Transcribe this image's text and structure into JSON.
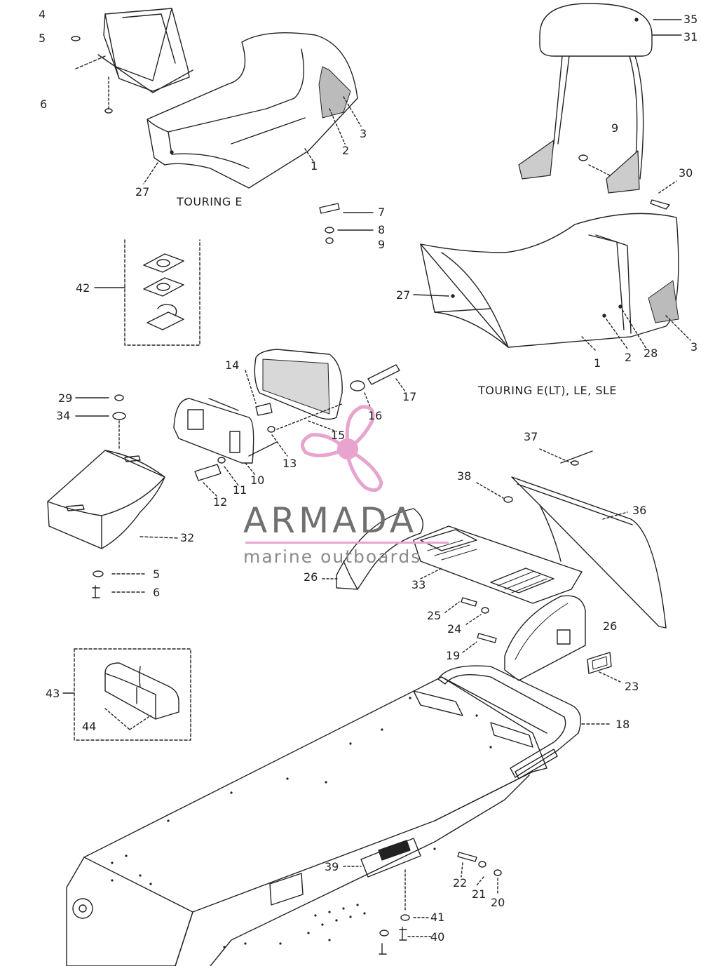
{
  "captions": {
    "touring_e": "TOURING E",
    "touring_multi": "TOURING E(LT), LE, SLE"
  },
  "callouts": {
    "c1": "1",
    "c1b": "1",
    "c2": "2",
    "c2b": "2",
    "c3": "3",
    "c3b": "3",
    "c4": "4",
    "c5": "5",
    "c5b": "5",
    "c6": "6",
    "c6b": "6",
    "c7": "7",
    "c8": "8",
    "c9": "9",
    "c9b": "9",
    "c10": "10",
    "c11": "11",
    "c12": "12",
    "c13": "13",
    "c14": "14",
    "c15": "15",
    "c16": "16",
    "c17": "17",
    "c18": "18",
    "c19": "19",
    "c20": "20",
    "c21": "21",
    "c22": "22",
    "c23": "23",
    "c24": "24",
    "c25": "25",
    "c26": "26",
    "c26b": "26",
    "c27": "27",
    "c27b": "27",
    "c28": "28",
    "c29": "29",
    "c30": "30",
    "c31": "31",
    "c32": "32",
    "c33": "33",
    "c34": "34",
    "c35": "35",
    "c36": "36",
    "c37": "37",
    "c38": "38",
    "c39": "39",
    "c40": "40",
    "c41": "41",
    "c42": "42",
    "c43": "43",
    "c44": "44"
  },
  "watermark": {
    "brand": "ARMADA",
    "tagline": "marine outboards",
    "logo": "propeller-icon",
    "color_accent": "#e8a3cf",
    "color_text": "#707070"
  }
}
